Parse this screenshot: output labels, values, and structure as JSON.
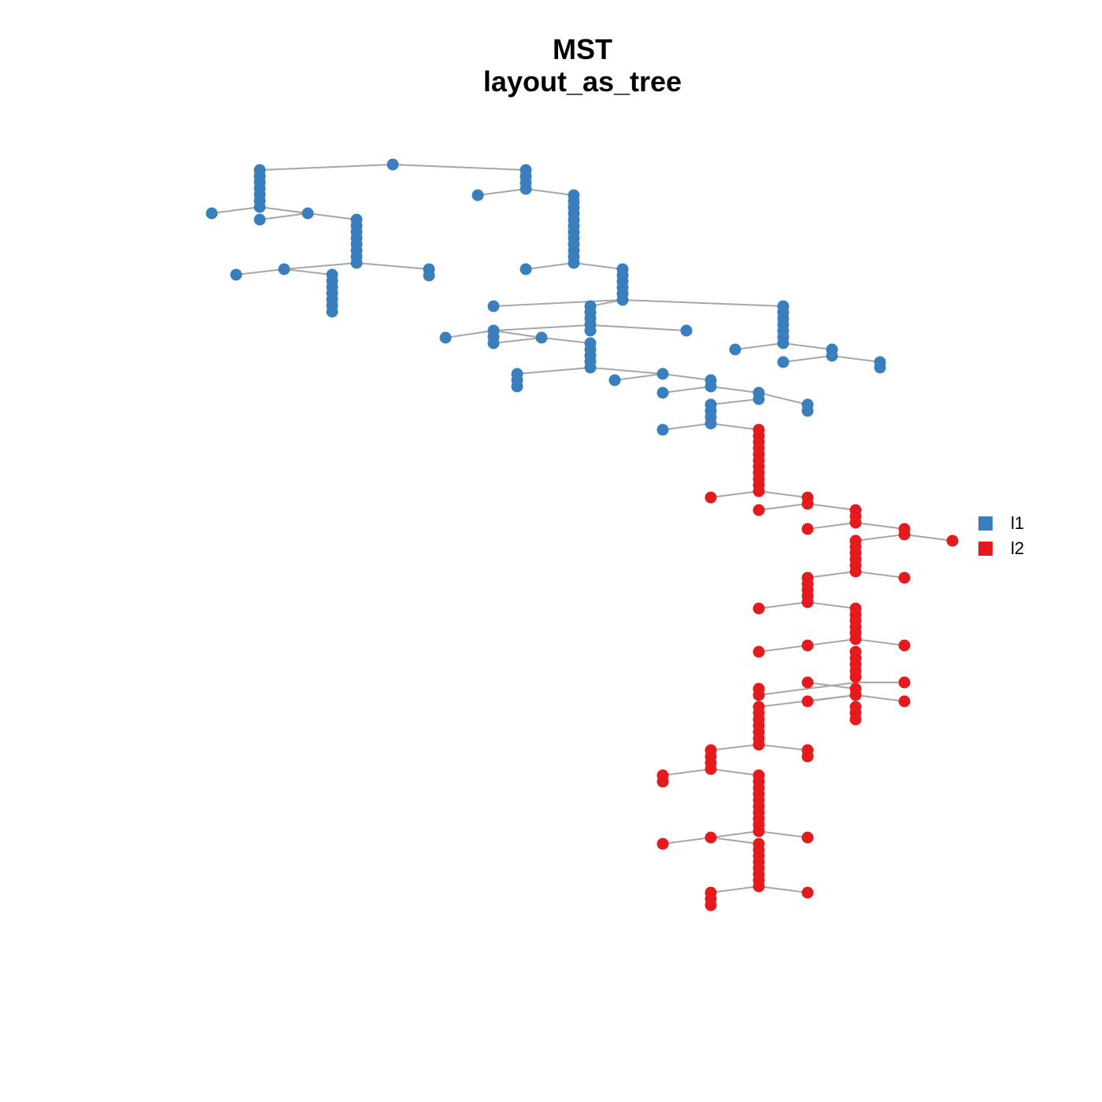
{
  "title": {
    "line1": "MST",
    "line2": "layout_as_tree"
  },
  "legend": [
    {
      "label": "l1",
      "color": "#3a7fbd"
    },
    {
      "label": "l2",
      "color": "#e41a1c"
    }
  ],
  "colors": {
    "edge": "#a6a6a6",
    "l1": "#3a7fbd",
    "l2": "#e41a1c"
  }
}
